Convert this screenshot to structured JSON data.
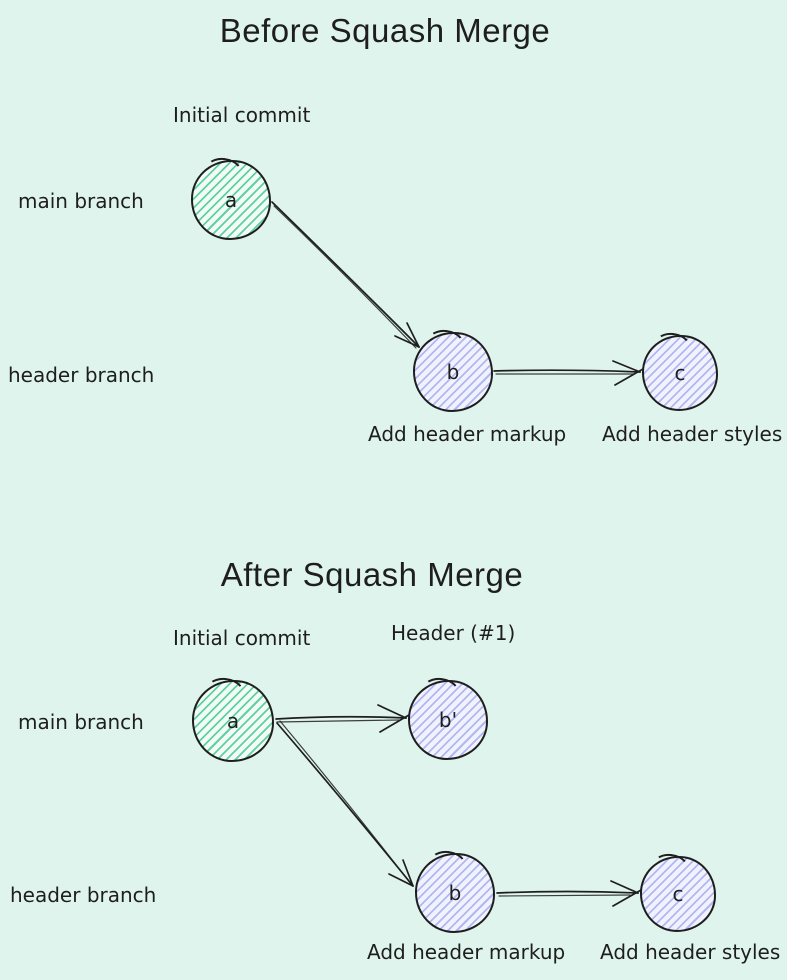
{
  "page": {
    "background": "#dff4ec"
  },
  "colors": {
    "stroke": "#1e1e1e",
    "main_node_hatch": "#5fd0a2",
    "feature_node_hatch": "#b3b7f1"
  },
  "sections": [
    {
      "title": "Before Squash Merge",
      "main_branch_label": "main branch",
      "header_branch_label": "header branch",
      "nodes": {
        "a": {
          "label": "a",
          "caption": "Initial commit"
        },
        "b": {
          "label": "b",
          "caption": "Add header markup"
        },
        "c": {
          "label": "c",
          "caption": "Add header styles"
        }
      }
    },
    {
      "title": "After Squash Merge",
      "main_branch_label": "main branch",
      "header_branch_label": "header branch",
      "nodes": {
        "a": {
          "label": "a",
          "caption": "Initial commit"
        },
        "b_prime": {
          "label": "b'",
          "caption": "Header (#1)"
        },
        "b": {
          "label": "b",
          "caption": "Add header markup"
        },
        "c": {
          "label": "c",
          "caption": "Add header styles"
        }
      }
    }
  ]
}
